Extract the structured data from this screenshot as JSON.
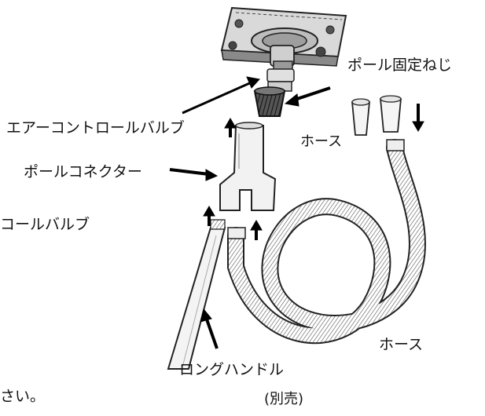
{
  "labels": {
    "pole_fixing_screw": "ポール固定ねじ",
    "air_control_valve": "エアーコントロールバルブ",
    "hose_top": "ホース",
    "pole_connector": "ポールコネクター",
    "control_valve_cut": "コールバルブ",
    "hose_bottom": "ホース",
    "long_handle": "ロングハンドル",
    "sold_separately": "(別売)",
    "truncated_note": "さい。"
  }
}
